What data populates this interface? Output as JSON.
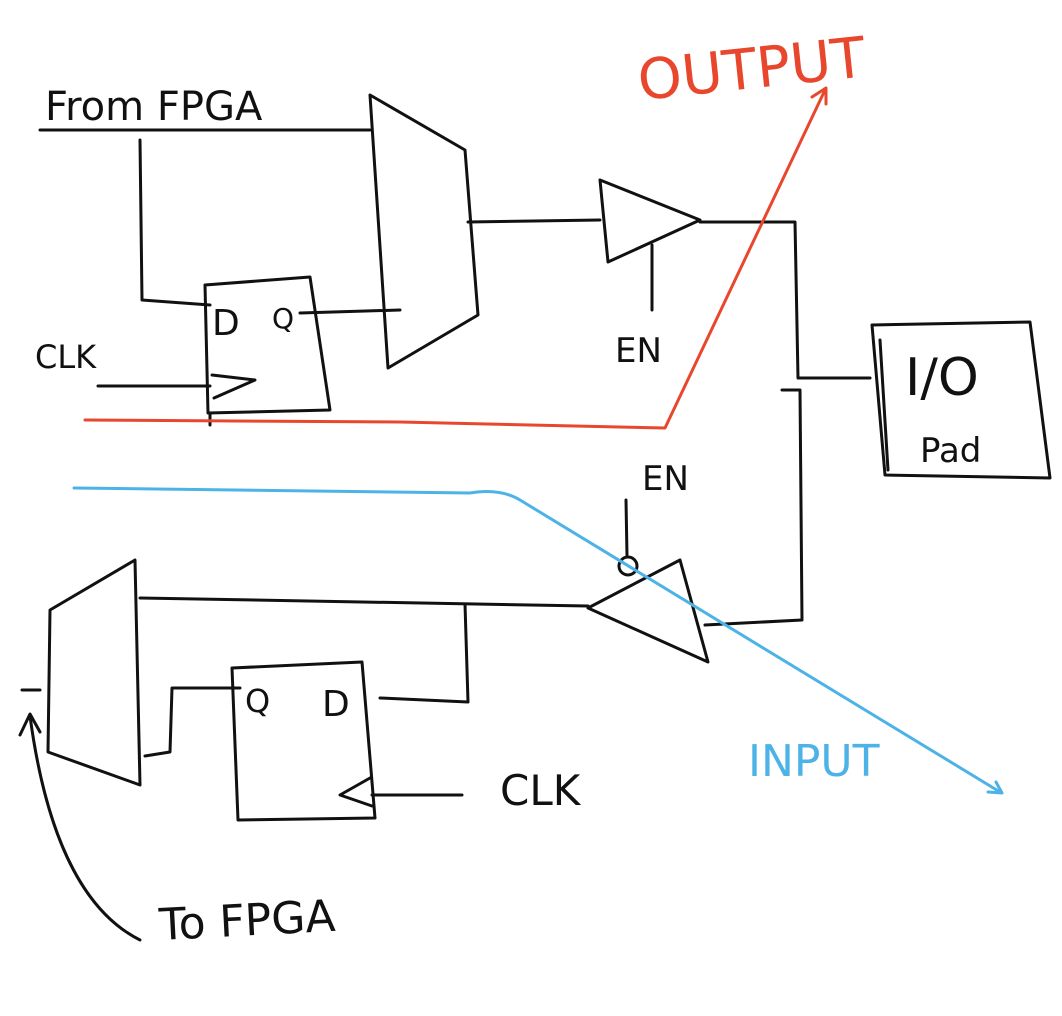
{
  "colors": {
    "ink": "#111111",
    "output_path": "#e8472e",
    "input_path": "#4db3e6"
  },
  "labels": {
    "from_fpga": "From FPGA",
    "to_fpga": "To FPGA",
    "clk_top": "CLK",
    "clk_bottom": "CLK",
    "en_top": "EN",
    "en_bottom": "EN",
    "output": "OUTPUT",
    "input": "INPUT",
    "io_pad_line1": "I/O",
    "io_pad_line2": "Pad",
    "ff_top_d": "D",
    "ff_top_q": "Q",
    "ff_bottom_q": "Q",
    "ff_bottom_d": "D"
  }
}
